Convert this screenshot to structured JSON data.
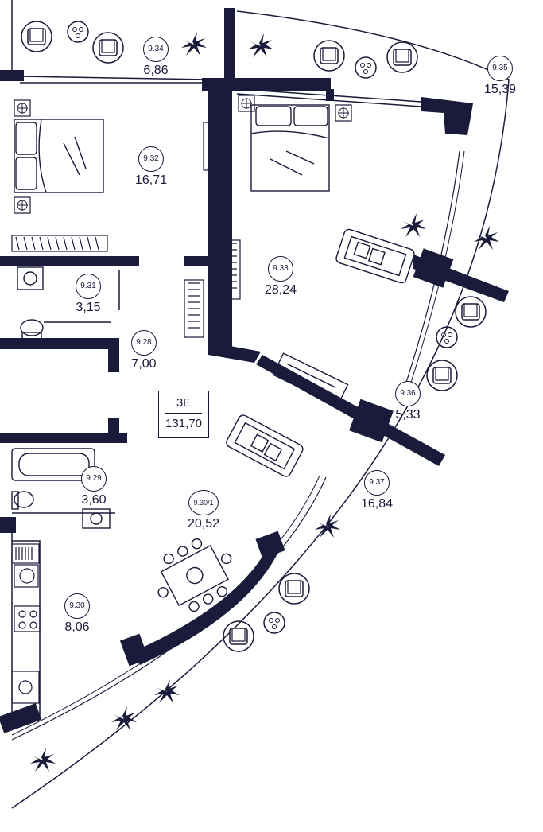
{
  "colors": {
    "wall": "#1a1a3a",
    "line": "#1a1a3a",
    "background": "#ffffff"
  },
  "apartment": {
    "code": "3E",
    "total_area": "131,70"
  },
  "rooms": [
    {
      "id": "9.34",
      "area": "6,86"
    },
    {
      "id": "9.35",
      "area": "15,39"
    },
    {
      "id": "9.32",
      "area": "16,71"
    },
    {
      "id": "9.33",
      "area": "28,24"
    },
    {
      "id": "9.31",
      "area": "3,15"
    },
    {
      "id": "9.28",
      "area": "7,00"
    },
    {
      "id": "9.36",
      "area": "5,33"
    },
    {
      "id": "9.29",
      "area": "3,60"
    },
    {
      "id": "9.37",
      "area": "16,84"
    },
    {
      "id": "9.30/1",
      "area": "20,52"
    },
    {
      "id": "9.30",
      "area": "8,06"
    }
  ],
  "icons": [
    "armchair-icon",
    "coffee-table-icon",
    "plant-icon",
    "bed-icon",
    "sofa-icon",
    "dining-table-icon",
    "bathtub-icon",
    "toilet-icon",
    "sink-icon",
    "stove-icon",
    "wardrobe-icon"
  ]
}
